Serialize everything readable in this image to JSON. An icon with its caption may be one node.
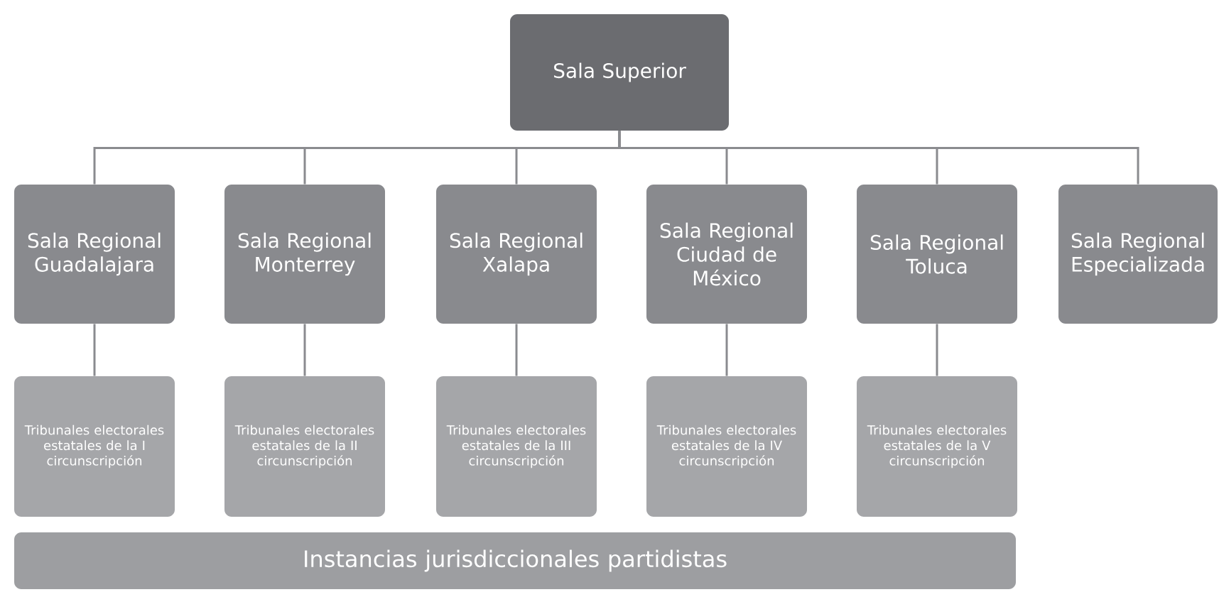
{
  "diagram": {
    "nodes": [
      {
        "text": [
          "Sala Superior"
        ]
      },
      {
        "text": [
          "Sala Regional Guadalajara"
        ]
      },
      {
        "text": [
          "Sala Regional Monterrey"
        ]
      },
      {
        "text": [
          "Sala Regional Xalapa"
        ]
      },
      {
        "text": [
          "Sala Regional Ciudad de México"
        ]
      },
      {
        "text": [
          "Sala Regional Toluca"
        ]
      },
      {
        "text": [
          "Sala Regional Especializada"
        ]
      },
      {
        "text": [
          "Tribunales electorales estatales de la I circunscripción"
        ]
      },
      {
        "text": [
          "Tribunales electorales estatales de la II circunscripción"
        ]
      },
      {
        "text": [
          "Tribunales electorales estatales de la III circunscripción"
        ]
      },
      {
        "text": [
          "Tribunales electorales estatales de la IV circunscripción"
        ]
      },
      {
        "text": [
          "Tribunales electorales estatales de la V circunscripción"
        ]
      },
      {
        "text": [
          "Instancias jurisdiccionales partidistas"
        ]
      }
    ],
    "edges": [
      {
        "from": 0,
        "to": 1,
        "arrow": "none"
      },
      {
        "from": 0,
        "to": 2,
        "arrow": "none"
      },
      {
        "from": 0,
        "to": 3,
        "arrow": "none"
      },
      {
        "from": 0,
        "to": 4,
        "arrow": "none"
      },
      {
        "from": 0,
        "to": 5,
        "arrow": "none"
      },
      {
        "from": 0,
        "to": 6,
        "arrow": "none"
      },
      {
        "from": 1,
        "to": 7,
        "arrow": "none"
      },
      {
        "from": 2,
        "to": 8,
        "arrow": "none"
      },
      {
        "from": 3,
        "to": 9,
        "arrow": "none"
      },
      {
        "from": 4,
        "to": 10,
        "arrow": "none"
      },
      {
        "from": 5,
        "to": 11,
        "arrow": "none"
      }
    ]
  }
}
